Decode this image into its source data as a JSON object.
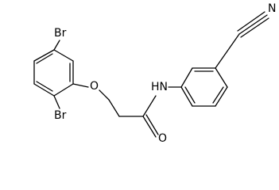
{
  "labels": {
    "br_top": "Br",
    "br_bottom": "Br",
    "oxygen_ether": "O",
    "oxygen_carbonyl": "O",
    "amide_nh": "HN",
    "nitrile_n": "N"
  }
}
